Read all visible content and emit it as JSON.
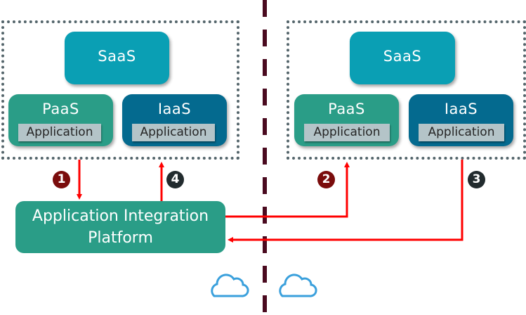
{
  "left_cloud": {
    "saas": "SaaS",
    "paas": "PaaS",
    "paas_app": "Application",
    "iaas": "IaaS",
    "iaas_app": "Application"
  },
  "right_cloud": {
    "saas": "SaaS",
    "paas": "PaaS",
    "paas_app": "Application",
    "iaas": "IaaS",
    "iaas_app": "Application"
  },
  "platform": {
    "line1": "Application Integration",
    "line2": "Platform"
  },
  "steps": [
    {
      "label": "1",
      "color": "#7a0c0c"
    },
    {
      "label": "2",
      "color": "#7a0c0c"
    },
    {
      "label": "3",
      "color": "#222b2e"
    },
    {
      "label": "4",
      "color": "#222b2e"
    }
  ],
  "colors": {
    "saas": "#0a9fb4",
    "paas": "#2a9d87",
    "iaas": "#046a8f",
    "arrow": "#ff0000",
    "divider": "#4a0a1f",
    "cloud_icon": "#3aa0dc"
  }
}
